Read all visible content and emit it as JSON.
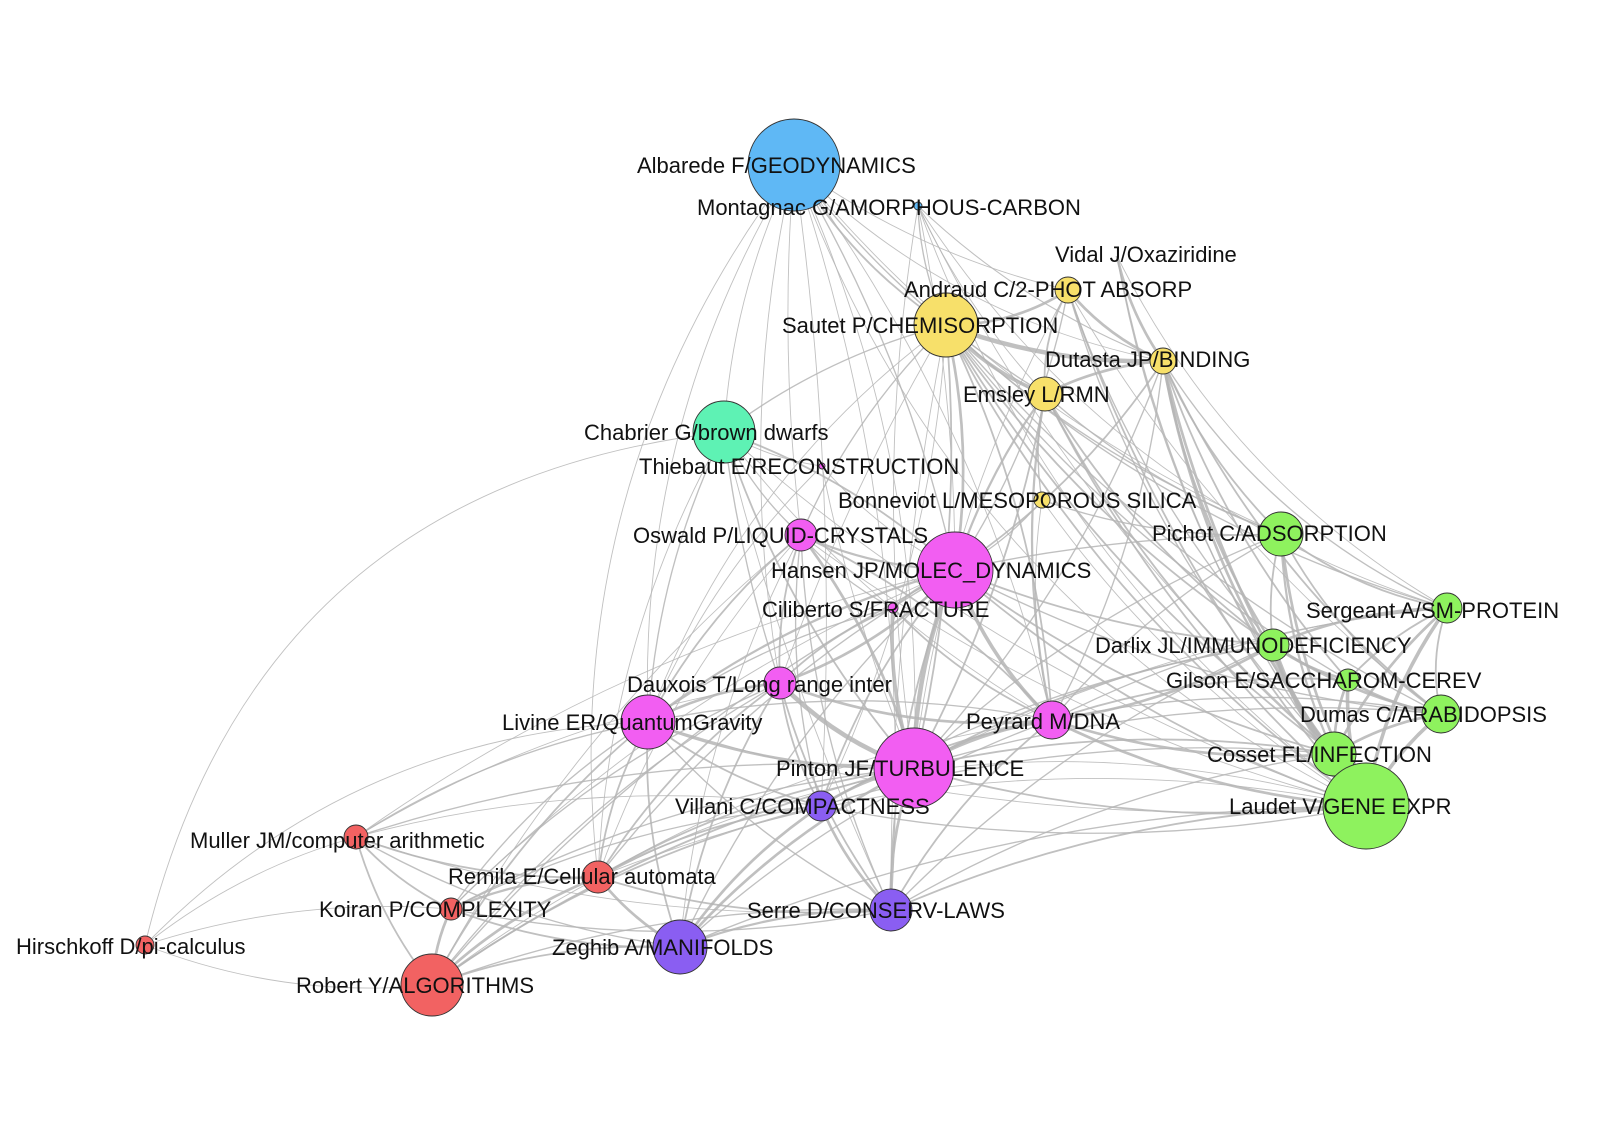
{
  "colors": {
    "geodynamics": "#5fb8f5",
    "chemistry": "#f7e06a",
    "astro": "#5ef2b4",
    "physics": "#f25ef2",
    "biology": "#8ef25e",
    "math": "#8a5ef2",
    "cs": "#f26262",
    "edge": "#b5b5b5"
  },
  "nodes": [
    {
      "id": "albarede",
      "label": "Albarede F/GEODYNAMICS",
      "group": "geodynamics"
    },
    {
      "id": "montagnac",
      "label": "Montagnac G/AMORPHOUS-CARBON",
      "group": "geodynamics"
    },
    {
      "id": "vidal",
      "label": "Vidal J/Oxaziridine",
      "group": "chemistry"
    },
    {
      "id": "andraud",
      "label": "Andraud C/2-PHOT ABSORP",
      "group": "chemistry"
    },
    {
      "id": "sautet",
      "label": "Sautet P/CHEMISORPTION",
      "group": "chemistry"
    },
    {
      "id": "dutasta",
      "label": "Dutasta JP/BINDING",
      "group": "chemistry"
    },
    {
      "id": "emsley",
      "label": "Emsley L/RMN",
      "group": "chemistry"
    },
    {
      "id": "chabrier",
      "label": "Chabrier G/brown dwarfs",
      "group": "astro"
    },
    {
      "id": "thiebaut",
      "label": "Thiebaut E/RECONSTRUCTION",
      "group": "physics"
    },
    {
      "id": "bonneviot",
      "label": "Bonneviot L/MESOPOROUS SILICA",
      "group": "chemistry"
    },
    {
      "id": "pichot",
      "label": "Pichot C/ADSORPTION",
      "group": "biology"
    },
    {
      "id": "oswald",
      "label": "Oswald P/LIQUID-CRYSTALS",
      "group": "physics"
    },
    {
      "id": "hansen",
      "label": "Hansen JP/MOLEC_DYNAMICS",
      "group": "physics"
    },
    {
      "id": "ciliberto",
      "label": "Ciliberto S/FRACTURE",
      "group": "physics"
    },
    {
      "id": "sergeant",
      "label": "Sergeant A/SM-PROTEIN",
      "group": "biology"
    },
    {
      "id": "darlix",
      "label": "Darlix JL/IMMUNODEFICIENCY",
      "group": "biology"
    },
    {
      "id": "gilson",
      "label": "Gilson E/SACCHAROM-CEREV",
      "group": "biology"
    },
    {
      "id": "dauxois",
      "label": "Dauxois T/Long range inter",
      "group": "physics"
    },
    {
      "id": "dumas",
      "label": "Dumas C/ARABIDOPSIS",
      "group": "biology"
    },
    {
      "id": "livine",
      "label": "Livine ER/QuantumGravity",
      "group": "physics"
    },
    {
      "id": "peyrard",
      "label": "Peyrard M/DNA",
      "group": "physics"
    },
    {
      "id": "cosset",
      "label": "Cosset FL/INFECTION",
      "group": "biology"
    },
    {
      "id": "pinton",
      "label": "Pinton JF/TURBULENCE",
      "group": "physics"
    },
    {
      "id": "villani",
      "label": "Villani C/COMPACTNESS",
      "group": "math"
    },
    {
      "id": "laudet",
      "label": "Laudet V/GENE EXPR",
      "group": "biology"
    },
    {
      "id": "muller",
      "label": "Muller JM/computer arithmetic",
      "group": "cs"
    },
    {
      "id": "remila",
      "label": "Remila E/Cellular automata",
      "group": "cs"
    },
    {
      "id": "koiran",
      "label": "Koiran P/COMPLEXITY",
      "group": "cs"
    },
    {
      "id": "serre",
      "label": "Serre D/CONSERV-LAWS",
      "group": "math"
    },
    {
      "id": "hirschkoff",
      "label": "Hirschkoff D/pi-calculus",
      "group": "cs"
    },
    {
      "id": "zeghib",
      "label": "Zeghib A/MANIFOLDS",
      "group": "math"
    },
    {
      "id": "robert",
      "label": "Robert Y/ALGORITHMS",
      "group": "cs"
    }
  ]
}
